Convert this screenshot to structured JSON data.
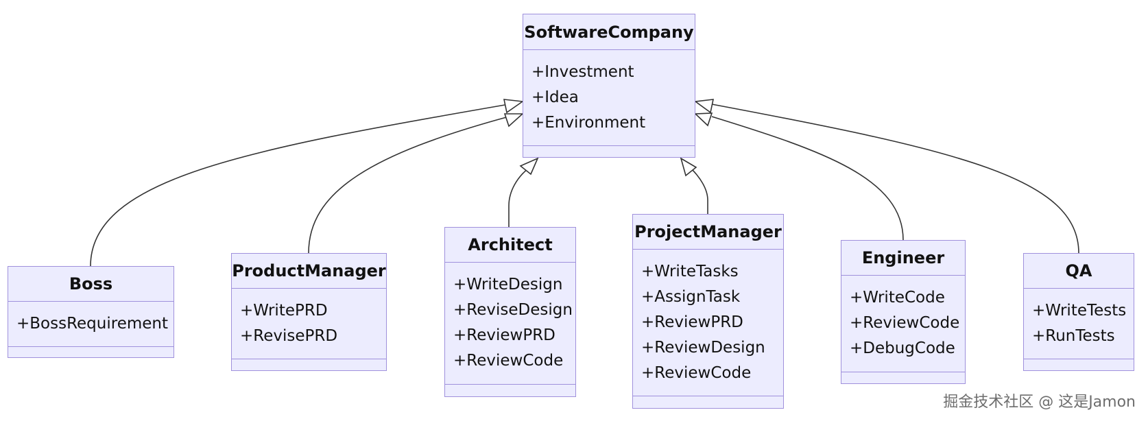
{
  "diagram": {
    "classes": {
      "software_company": {
        "name": "SoftwareCompany",
        "members": [
          "+Investment",
          "+Idea",
          "+Environment"
        ]
      },
      "boss": {
        "name": "Boss",
        "members": [
          "+BossRequirement"
        ]
      },
      "product_manager": {
        "name": "ProductManager",
        "members": [
          "+WritePRD",
          "+RevisePRD"
        ]
      },
      "architect": {
        "name": "Architect",
        "members": [
          "+WriteDesign",
          "+ReviseDesign",
          "+ReviewPRD",
          "+ReviewCode"
        ]
      },
      "project_manager": {
        "name": "ProjectManager",
        "members": [
          "+WriteTasks",
          "+AssignTask",
          "+ReviewPRD",
          "+ReviewDesign",
          "+ReviewCode"
        ]
      },
      "engineer": {
        "name": "Engineer",
        "members": [
          "+WriteCode",
          "+ReviewCode",
          "+DebugCode"
        ]
      },
      "qa": {
        "name": "QA",
        "members": [
          "+WriteTests",
          "+RunTests"
        ]
      }
    },
    "relations": [
      {
        "from": "Boss",
        "to": "SoftwareCompany",
        "type": "inheritance"
      },
      {
        "from": "ProductManager",
        "to": "SoftwareCompany",
        "type": "inheritance"
      },
      {
        "from": "Architect",
        "to": "SoftwareCompany",
        "type": "inheritance"
      },
      {
        "from": "ProjectManager",
        "to": "SoftwareCompany",
        "type": "inheritance"
      },
      {
        "from": "Engineer",
        "to": "SoftwareCompany",
        "type": "inheritance"
      },
      {
        "from": "QA",
        "to": "SoftwareCompany",
        "type": "inheritance"
      }
    ],
    "colors": {
      "box_fill": "#ececfe",
      "box_border": "#9f90dc",
      "edge": "#333333"
    }
  },
  "watermark": "掘金技术社区 @ 这是Jamon"
}
